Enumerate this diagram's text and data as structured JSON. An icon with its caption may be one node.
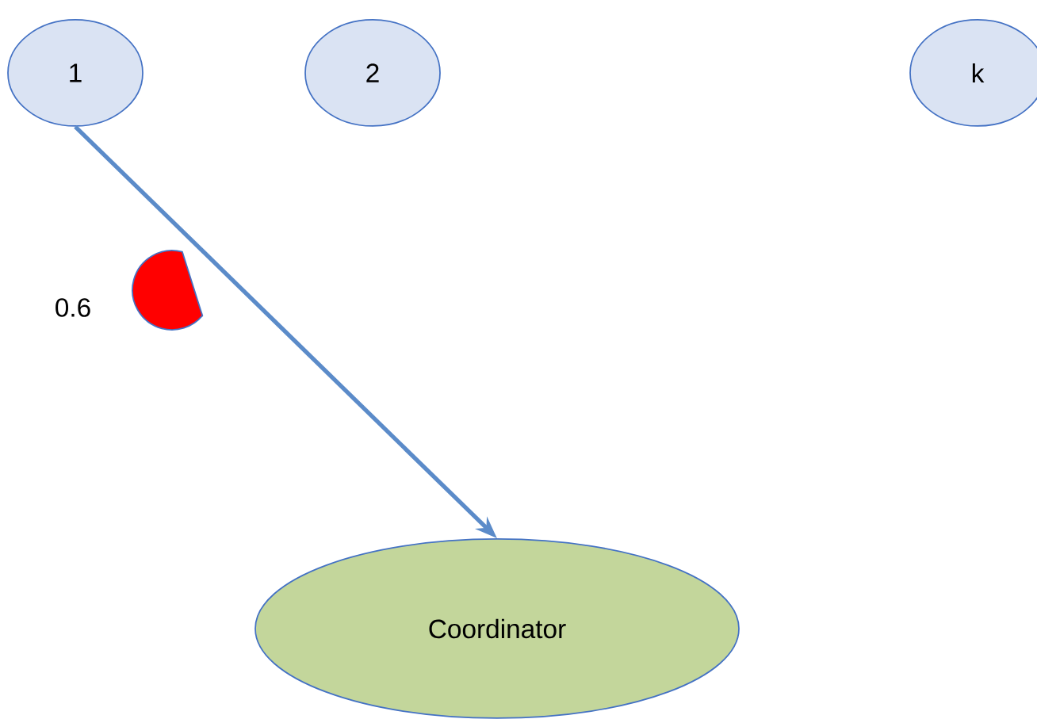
{
  "diagram": {
    "nodes": [
      {
        "text": [
          "1"
        ]
      },
      {
        "text": [
          "2"
        ]
      },
      {
        "text": [
          "k"
        ]
      },
      {
        "text": [
          "Coordinator"
        ]
      }
    ],
    "edges": [
      {
        "from": 0,
        "to": 3,
        "arrow": "to"
      }
    ],
    "labels": [
      "0.6"
    ]
  }
}
